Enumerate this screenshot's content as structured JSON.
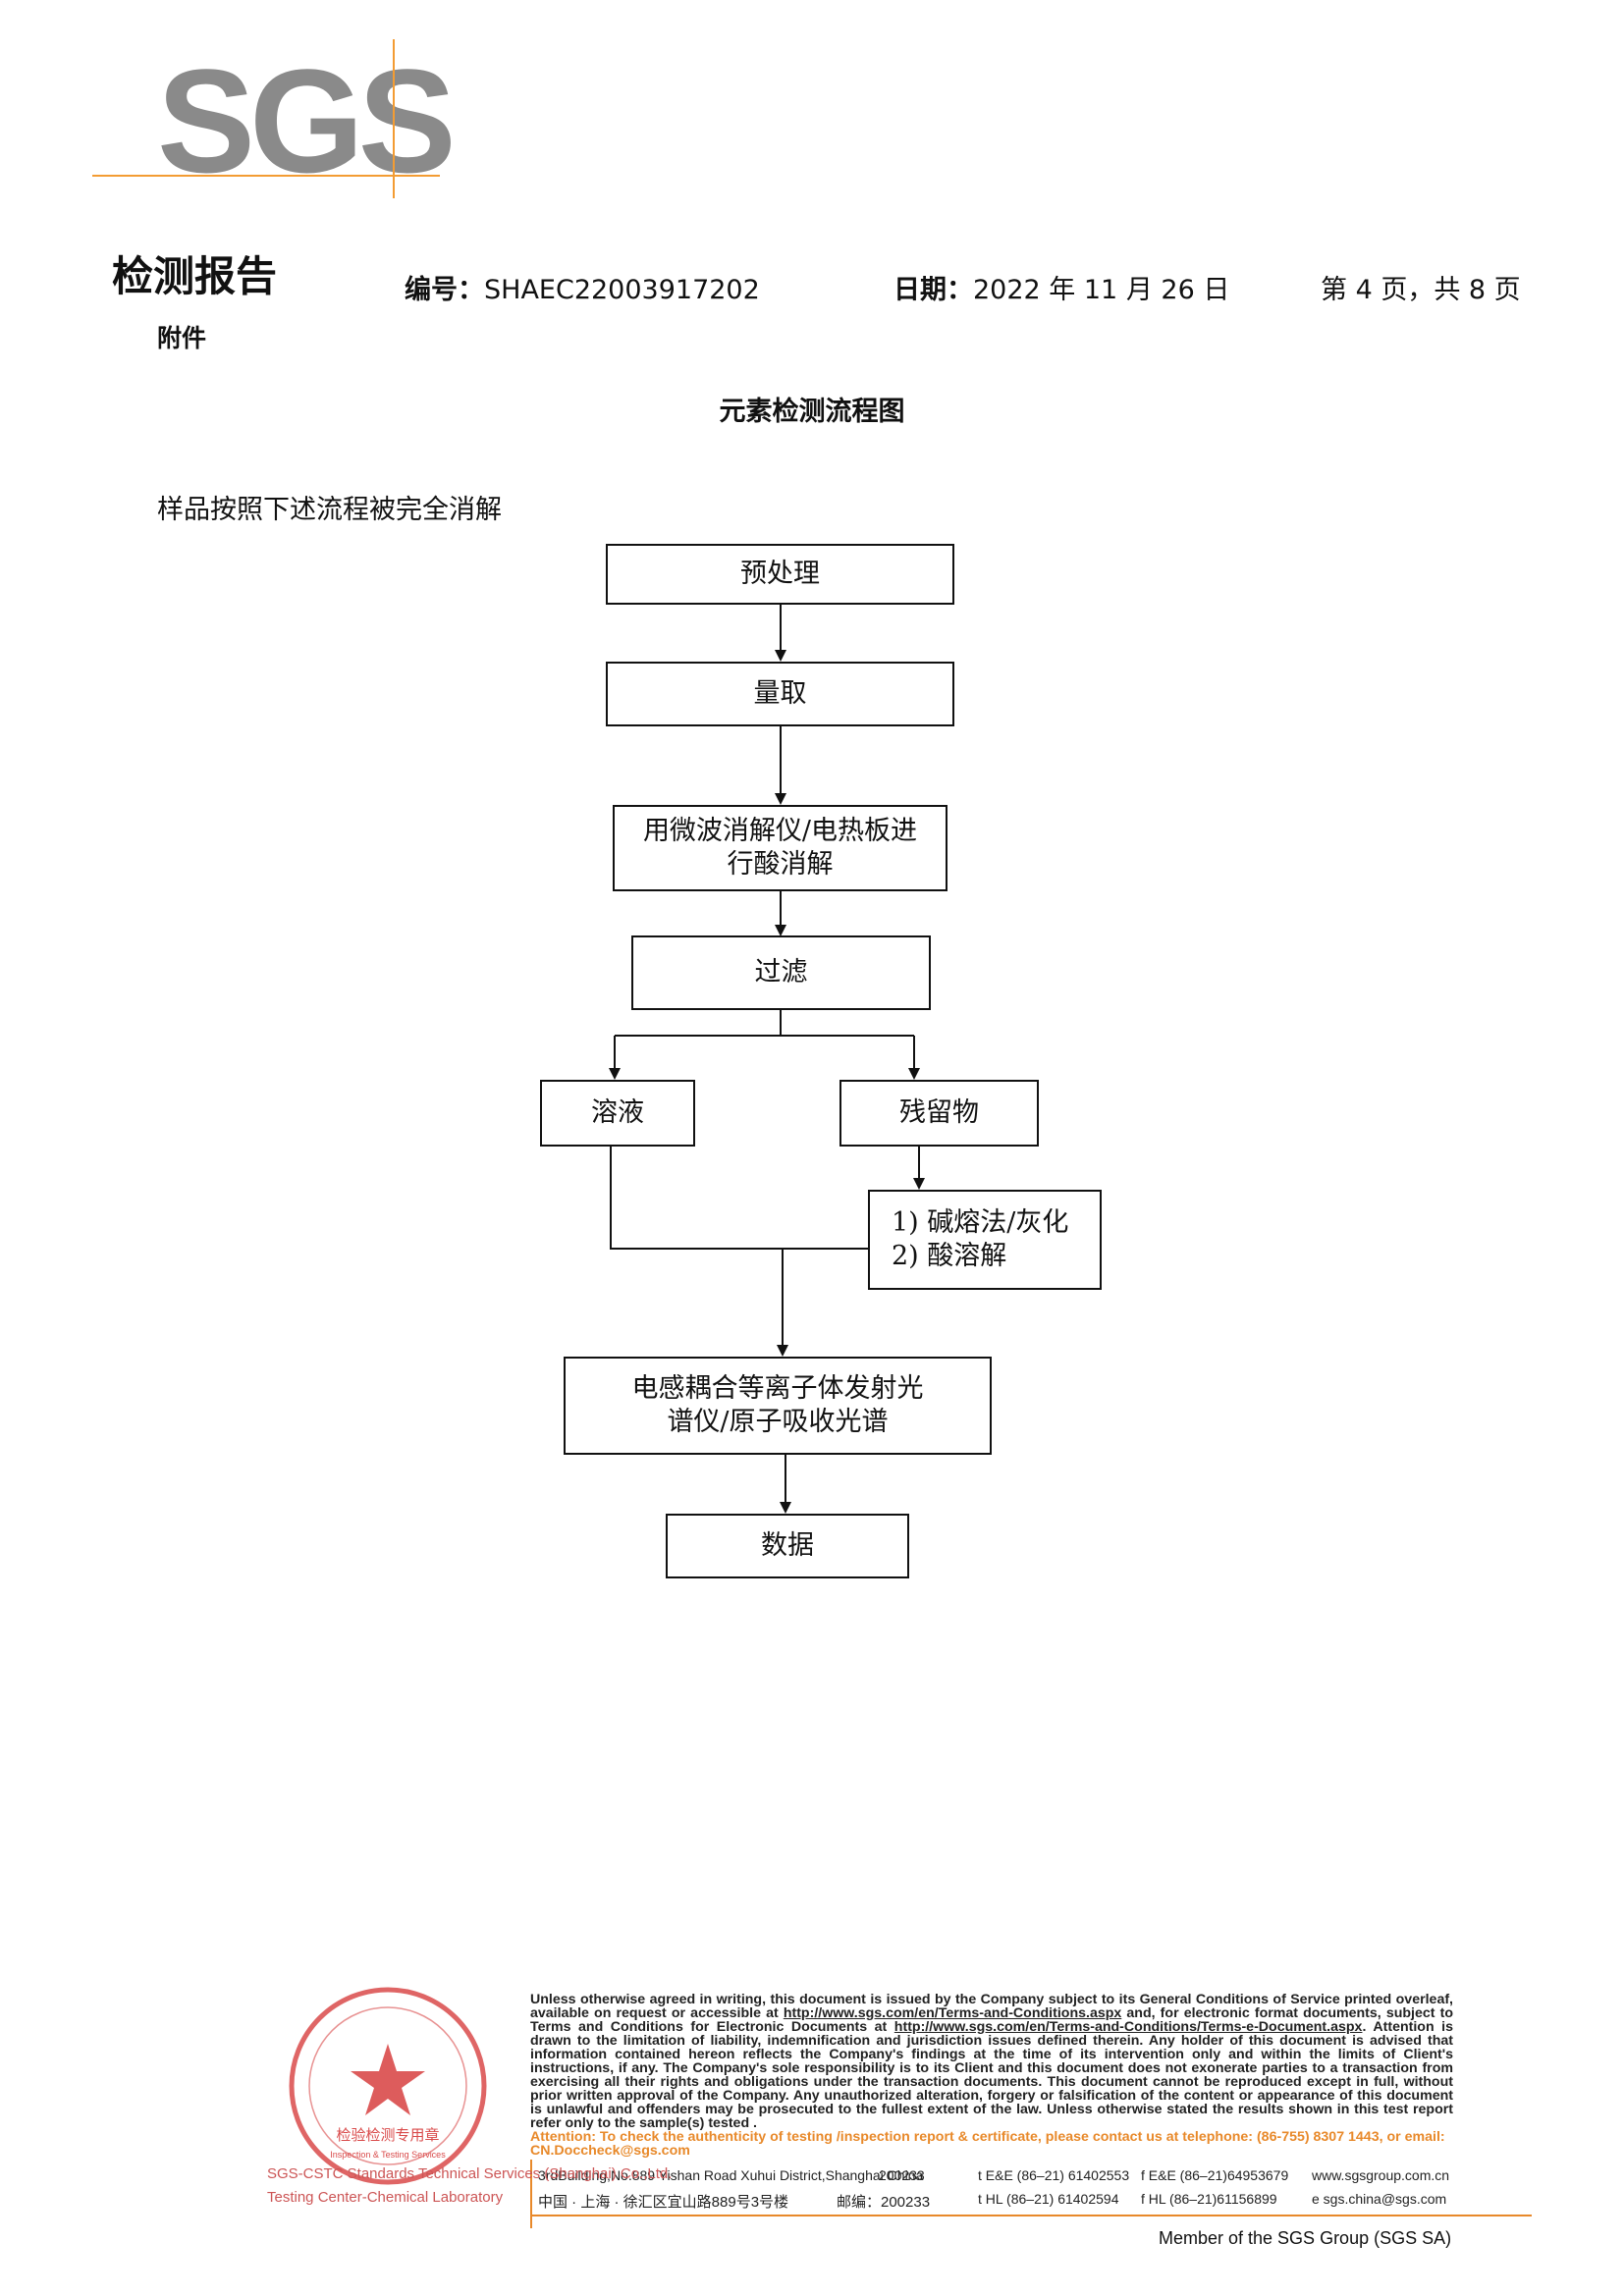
{
  "logo": {
    "text": "SGS"
  },
  "header": {
    "title": "检测报告",
    "number_label": "编号：",
    "number_value": "SHAEC22003917202",
    "date_label": "日期：",
    "date_value": "2022 年 11 月 26 日",
    "page": "第 4 页，共 8 页",
    "attachment": "附件"
  },
  "section_title": "元素检测流程图",
  "intro": "样品按照下述流程被完全消解",
  "flowchart": {
    "pretreatment": "预处理",
    "measure": "量取",
    "digest": "用微波消解仪/电热板进\n行酸消解",
    "filter": "过滤",
    "solution": "溶液",
    "residue": "残留物",
    "residue_steps": "1) 碱熔法/灰化\n2) 酸溶解",
    "instrument": "电感耦合等离子体发射光\n谱仪/原子吸收光谱",
    "data": "数据"
  },
  "footer": {
    "terms_1": "Unless otherwise agreed in writing, this document is issued by the Company subject to its General Conditions of Service printed overleaf, available on request or accessible at ",
    "terms_url_1": "http://www.sgs.com/en/Terms-and-Conditions.aspx",
    "terms_2": " and, for electronic format documents, subject to Terms and Conditions for Electronic Documents at ",
    "terms_url_2": "http://www.sgs.com/en/Terms-and-Conditions/Terms-e-Document.aspx",
    "terms_3": ". Attention is drawn to the limitation of liability, indemnification and jurisdiction issues defined therein. Any holder of this document is advised that information contained hereon reflects the Company's findings at the time of its intervention only and within the limits of Client's instructions, if any. The Company's sole responsibility is to its Client and this document does not exonerate parties to a transaction from exercising all their rights and obligations under the transaction documents. This document cannot be reproduced except in full, without prior written approval of the Company. Any unauthorized alteration, forgery or falsification of the content or appearance of this document is unlawful and offenders may be prosecuted to the fullest extent of the law. Unless otherwise stated the results shown in this test report refer only to the sample(s) tested .",
    "attention": "Attention: To check the authenticity of testing /inspection report & certificate, please contact us at telephone: (86-755) 8307 1443, or email: CN.Doccheck@sgs.com",
    "address_en": "3rdBuilding,No.889 Yishan Road Xuhui District,Shanghai China",
    "postcode_en": "200233",
    "tel_en": "t E&E (86–21) 61402553",
    "fax_en": "f E&E (86–21)64953679",
    "web": "www.sgsgroup.com.cn",
    "address_cn": "中国 · 上海 · 徐汇区宜山路889号3号楼",
    "postcode_cn": "邮编：200233",
    "tel_cn": "t HL (86–21) 61402594",
    "fax_cn": "f HL (86–21)61156899",
    "email": "e  sgs.china@sgs.com",
    "company_en": "SGS-CSTC Standards Technical Services (Shanghai) Co.,Ltd.",
    "company_en2": "Testing Center-Chemical Laboratory",
    "member": "Member of the SGS Group (SGS SA)"
  },
  "stamp": {
    "center_text": "检验检测专用章",
    "sub_text": "Inspection & Testing Services"
  },
  "colors": {
    "accent": "#f39c33",
    "stamp": "#d94a4a",
    "logo_gray": "#8a8a8a"
  }
}
